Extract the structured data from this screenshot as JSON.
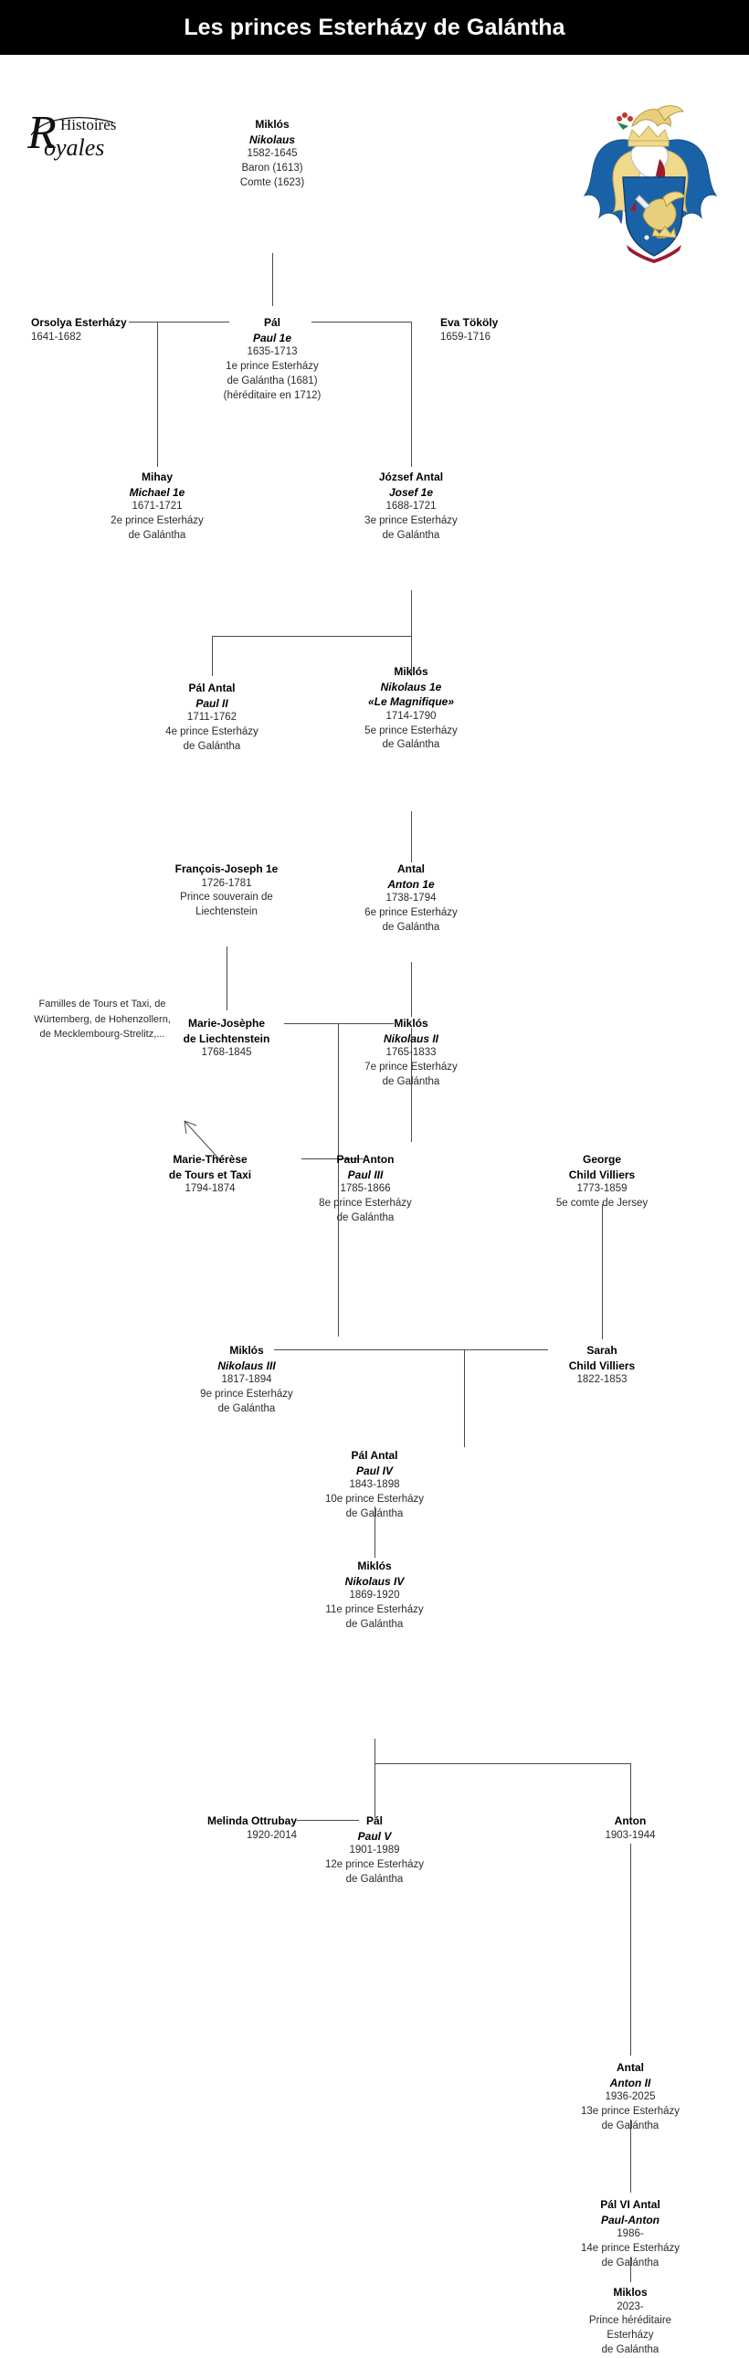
{
  "header": {
    "title": "Les princes Esterházy de Galántha"
  },
  "logo": {
    "word_top": "Histoires",
    "word_bottom": "Royales",
    "initial": "R"
  },
  "arms": {
    "name": "esterhazy-coat-of-arms",
    "colors": {
      "shield": "#1a62a8",
      "gold": "#f0d98c",
      "gules": "#9c1b2e",
      "outline": "#2b2b2b"
    }
  },
  "people": {
    "miklos1": {
      "hu": "Miklós",
      "de": "Nikolaus",
      "dates": "1582-1645",
      "l1": "Baron (1613)",
      "l2": "Comte (1623)"
    },
    "orsolya": {
      "hu": "Orsolya Esterházy",
      "dates": "1641-1682"
    },
    "pal1": {
      "hu": "Pál",
      "de": "Paul 1e",
      "dates": "1635-1713",
      "l1": "1e prince Esterházy",
      "l2": "de Galántha (1681)",
      "l3": "(héréditaire en 1712)"
    },
    "eva": {
      "hu": "Eva Tököly",
      "dates": "1659-1716"
    },
    "mihay": {
      "hu": "Mihay",
      "de": "Michael 1e",
      "dates": "1671-1721",
      "l1": "2e prince Esterházy",
      "l2": "de Galántha"
    },
    "jozsef": {
      "hu": "József Antal",
      "de": "Josef 1e",
      "dates": "1688-1721",
      "l1": "3e prince Esterházy",
      "l2": "de Galántha"
    },
    "palantal2": {
      "hu": "Pál Antal",
      "de": "Paul II",
      "dates": "1711-1762",
      "l1": "4e prince Esterházy",
      "l2": "de Galántha"
    },
    "miklos1e": {
      "hu": "Miklós",
      "de": "Nikolaus 1e",
      "de2": "«Le Magnifique»",
      "dates": "1714-1790",
      "l1": "5e prince Esterházy",
      "l2": "de Galántha"
    },
    "francois": {
      "hu": "François-Joseph 1e",
      "dates": "1726-1781",
      "l1": "Prince souverain de",
      "l2": "Liechtenstein"
    },
    "antal1e": {
      "hu": "Antal",
      "de": "Anton 1e",
      "dates": "1738-1794",
      "l1": "6e prince Esterházy",
      "l2": "de Galántha"
    },
    "familles": {
      "l1": "Familles de Tours et Taxi, de",
      "l2": "Würtemberg, de Hohenzollern,",
      "l3": "de Mecklembourg-Strelitz,..."
    },
    "mariejosephe": {
      "hu": "Marie-Josèphe",
      "hu2": "de Liechtenstein",
      "dates": "1768-1845"
    },
    "miklos2": {
      "hu": "Miklós",
      "de": "Nikolaus II",
      "dates": "1765-1833",
      "l1": "7e prince Esterházy",
      "l2": "de Galántha"
    },
    "mariether": {
      "hu": "Marie-Thérèse",
      "hu2": "de Tours et Taxi",
      "dates": "1794-1874"
    },
    "paulanton": {
      "hu": "Paul Anton",
      "de": "Paul III",
      "dates": "1785-1866",
      "l1": "8e prince Esterházy",
      "l2": "de Galántha"
    },
    "george": {
      "hu": "George",
      "hu2": "Child Villiers",
      "dates": "1773-1859",
      "l1": "5e comte de Jersey"
    },
    "miklos3": {
      "hu": "Miklós",
      "de": "Nikolaus III",
      "dates": "1817-1894",
      "l1": "9e prince Esterházy",
      "l2": "de Galántha"
    },
    "sarah": {
      "hu": "Sarah",
      "hu2": "Child Villiers",
      "dates": "1822-1853"
    },
    "palantal4": {
      "hu": "Pál Antal",
      "de": "Paul IV",
      "dates": "1843-1898",
      "l1": "10e prince Esterházy",
      "l2": "de Galántha"
    },
    "miklos4": {
      "hu": "Miklós",
      "de": "Nikolaus IV",
      "dates": "1869-1920",
      "l1": "11e prince Esterházy",
      "l2": "de Galántha"
    },
    "melinda": {
      "hu": "Melinda Ottrubay",
      "dates": "1920-2014"
    },
    "pal5": {
      "hu": "Pál",
      "de": "Paul V",
      "dates": "1901-1989",
      "l1": "12e prince Esterházy",
      "l2": "de Galántha"
    },
    "anton": {
      "hu": "Anton",
      "dates": "1903-1944"
    },
    "antal2": {
      "hu": "Antal",
      "de": "Anton II",
      "dates": "1936-2025",
      "l1": "13e prince Esterházy",
      "l2": "de Galántha"
    },
    "pal6": {
      "hu": "Pál VI Antal",
      "de": "Paul-Anton",
      "dates": "1986-",
      "l1": "14e prince Esterházy",
      "l2": "de Galántha"
    },
    "miklos5": {
      "hu": "Miklos",
      "dates": "2023-",
      "l1": "Prince héréditaire",
      "l2": "Esterházy",
      "l3": "de Galántha"
    }
  }
}
